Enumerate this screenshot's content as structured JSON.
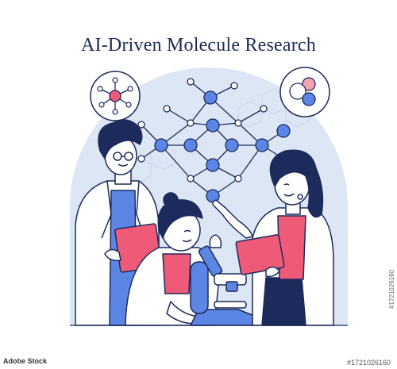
{
  "illustration": {
    "title": "AI-Driven Molecule Research",
    "stock_id": "#1721026160",
    "watermark_text": "Adobe Stock",
    "colors": {
      "navy": "#1d2a5c",
      "blue_node": "#5b86e5",
      "bg_circle": "#dde6f4",
      "pink": "#ef5a78",
      "pink_light": "#f4a3b4",
      "skin": "#ffffff"
    },
    "icons": [
      "molecule-badge-icon",
      "circles-badge-icon",
      "microscope-icon",
      "tablet-icon"
    ]
  }
}
